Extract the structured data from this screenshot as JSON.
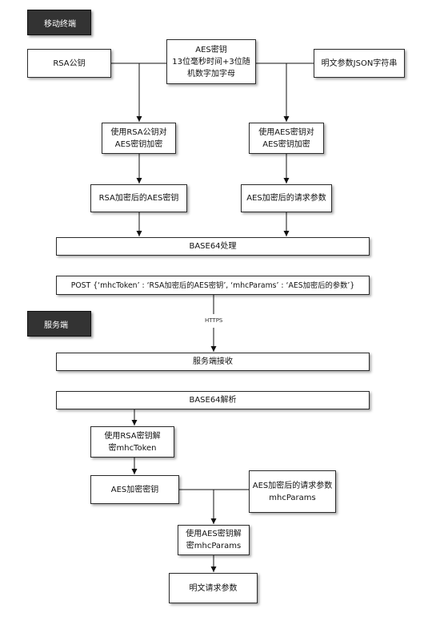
{
  "sections": {
    "mobile": "移动终端",
    "server": "服务端"
  },
  "nodes": {
    "rsa_public_key": "RSA公钥",
    "aes_key_line1": "AES密钥",
    "aes_key_line2": "13位毫秒时间+3位随",
    "aes_key_line3": "机数字加字母",
    "plaintext_json": "明文参数JSON字符串",
    "encrypt_aes_with_rsa_line1": "使用RSA公钥对",
    "encrypt_aes_with_rsa_line2": "AES密钥加密",
    "encrypt_params_with_aes_line1": "使用AES密钥对",
    "encrypt_params_with_aes_line2": "AES密钥加密",
    "rsa_encrypted_aes_key": "RSA加密后的AES密钥",
    "aes_encrypted_params": "AES加密后的请求参数",
    "base64_process": "BASE64处理",
    "post_request": "POST {‘mhcToken’ : ‘RSA加密后的AES密钥’, ‘mhcParams’ : ‘AES加密后的参数’}",
    "server_receive": "服务端接收",
    "base64_decode": "BASE64解析",
    "rsa_decrypt_line1": "使用RSA密钥解",
    "rsa_decrypt_line2": "密mhcToken",
    "aes_decrypted_key": "AES加密密钥",
    "aes_params_line1": "AES加密后的请求参数",
    "aes_params_line2": "mhcParams",
    "aes_decrypt_line1": "使用AES密钥解",
    "aes_decrypt_line2": "密mhcParams",
    "plaintext_params": "明文请求参数"
  },
  "edge_labels": {
    "https": "HTTPS"
  }
}
